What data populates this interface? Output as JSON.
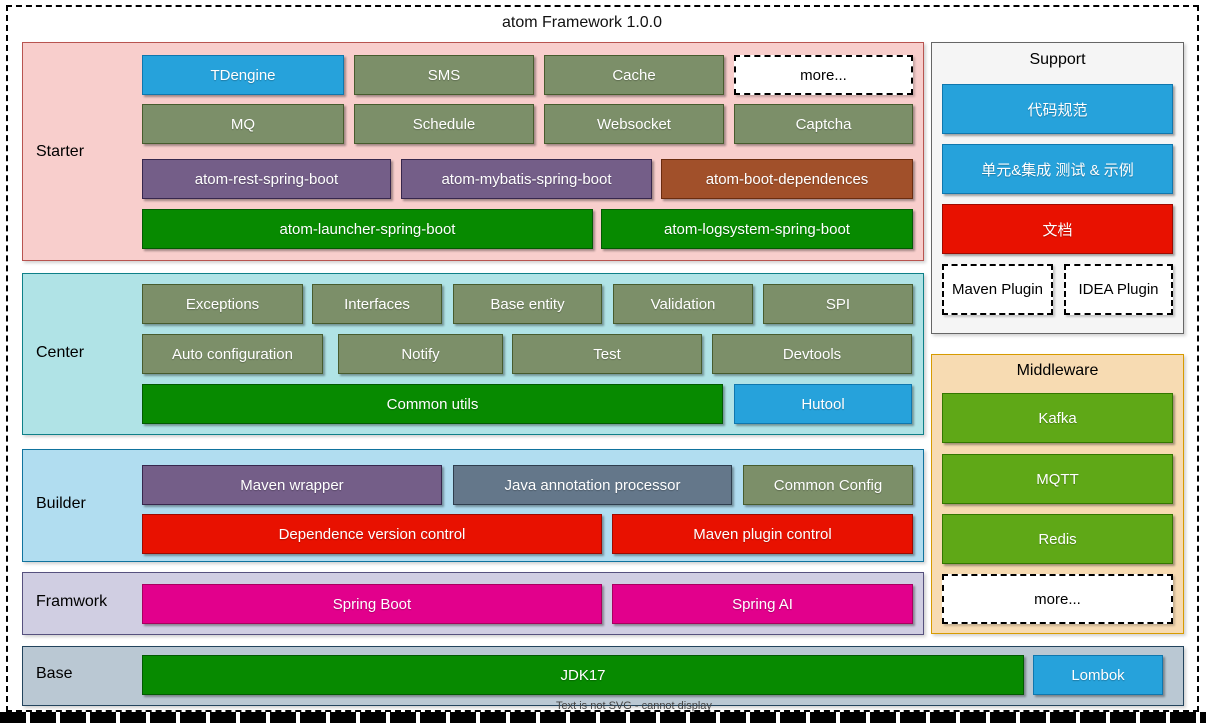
{
  "title": "atom Framework 1.0.0",
  "watermark": "Text is not SVG - cannot display",
  "palette": {
    "blue": "#26A2DB",
    "sage_green": "#7C8F69",
    "purple": "#745E88",
    "brown": "#A1502A",
    "green": "#078A00",
    "red": "#E81100",
    "magenta": "#E2008C",
    "middleware_green": "#5FA817",
    "slate": "#64778A",
    "starter_bg": "#F8CECC",
    "center_bg": "#B0E3E6",
    "builder_bg": "#B1DDF0",
    "framwork_bg": "#D0CEE2",
    "base_bg": "#BAC8D3",
    "support_bg": "#F5F5F5",
    "middleware_bg": "#F7DBB2"
  },
  "starter": {
    "label": "Starter",
    "items": {
      "tdengine": "TDengine",
      "sms": "SMS",
      "cache": "Cache",
      "more": "more...",
      "mq": "MQ",
      "schedule": "Schedule",
      "websocket": "Websocket",
      "captcha": "Captcha",
      "rest": "atom-rest-spring-boot",
      "mybatis": "atom-mybatis-spring-boot",
      "dependences": "atom-boot-dependences",
      "launcher": "atom-launcher-spring-boot",
      "logsystem": "atom-logsystem-spring-boot"
    }
  },
  "center": {
    "label": "Center",
    "items": {
      "exceptions": "Exceptions",
      "interfaces": "Interfaces",
      "base_entity": "Base entity",
      "validation": "Validation",
      "spi": "SPI",
      "auto_configuration": "Auto configuration",
      "notify": "Notify",
      "test": "Test",
      "devtools": "Devtools",
      "common_utils": "Common utils",
      "hutool": "Hutool"
    }
  },
  "builder": {
    "label": "Builder",
    "items": {
      "maven_wrapper": "Maven wrapper",
      "java_annotation_processor": "Java annotation processor",
      "common_config": "Common Config",
      "dependence_version_control": "Dependence version control",
      "maven_plugin_control": "Maven plugin control"
    }
  },
  "framwork": {
    "label": "Framwork",
    "items": {
      "spring_boot": "Spring Boot",
      "spring_ai": "Spring AI"
    }
  },
  "base": {
    "label": "Base",
    "items": {
      "jdk17": "JDK17",
      "lombok": "Lombok"
    }
  },
  "support": {
    "label": "Support",
    "items": {
      "code_standard": "代码规范",
      "unit_integration": "单元&集成 测试 & 示例",
      "docs": "文档",
      "maven_plugin": "Maven Plugin",
      "idea_plugin": "IDEA Plugin"
    }
  },
  "middleware": {
    "label": "Middleware",
    "items": {
      "kafka": "Kafka",
      "mqtt": "MQTT",
      "redis": "Redis",
      "more": "more..."
    }
  }
}
